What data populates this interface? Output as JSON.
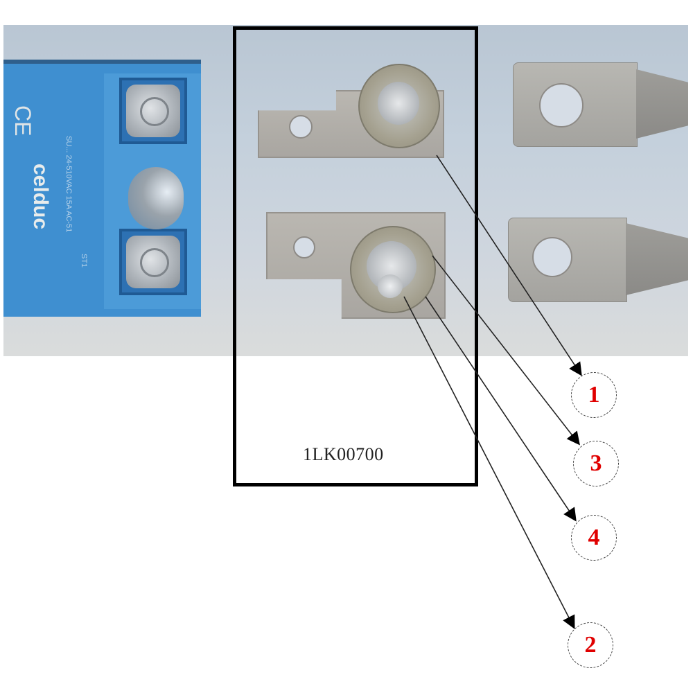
{
  "figure": {
    "part_number": "1LK00700",
    "relay": {
      "brand": "celduc",
      "certification_mark": "CE",
      "body_color": "#3f8fd0",
      "spec_line_1": "SU... 24-510VAC  15A AC-51",
      "spec_line_2": "ST1"
    },
    "callouts": [
      {
        "id": "1",
        "label": "1",
        "target": "busbar-adapter-upper"
      },
      {
        "id": "3",
        "label": "3",
        "target": "washer"
      },
      {
        "id": "4",
        "label": "4",
        "target": "nut"
      },
      {
        "id": "2",
        "label": "2",
        "target": "screw-stud"
      }
    ],
    "colors": {
      "callout_text": "#e00000",
      "box_border": "#000000",
      "leader_line": "#222222"
    }
  }
}
